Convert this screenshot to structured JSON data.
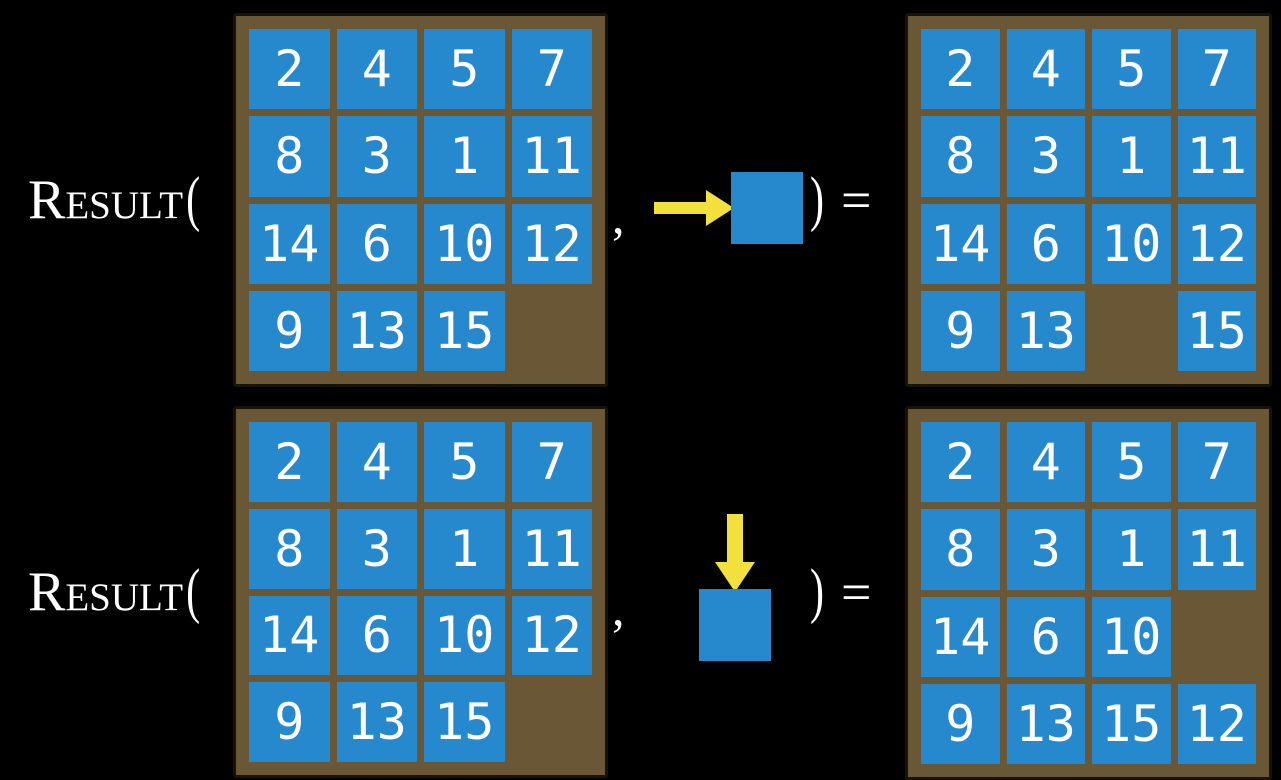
{
  "figure": {
    "function_label": "Result",
    "open_paren": "(",
    "comma": ",",
    "close_paren": ")",
    "equals": "="
  },
  "colors": {
    "background": "#000000",
    "board_frame": "#6a5735",
    "board_border": "#17120a",
    "tile_blue": "#2789cd",
    "tile_text": "#ffffff",
    "arrow_yellow": "#f2e13c",
    "label_text": "#ffffff"
  },
  "examples": [
    {
      "id": "slide-right",
      "action_icon": "right-arrow-into-tile-icon",
      "input_grid": [
        [
          "2",
          "4",
          "5",
          "7"
        ],
        [
          "8",
          "3",
          "1",
          "11"
        ],
        [
          "14",
          "6",
          "10",
          "12"
        ],
        [
          "9",
          "13",
          "15",
          ""
        ]
      ],
      "output_grid": [
        [
          "2",
          "4",
          "5",
          "7"
        ],
        [
          "8",
          "3",
          "1",
          "11"
        ],
        [
          "14",
          "6",
          "10",
          "12"
        ],
        [
          "9",
          "13",
          "",
          "15"
        ]
      ]
    },
    {
      "id": "slide-down",
      "action_icon": "down-arrow-into-tile-icon",
      "input_grid": [
        [
          "2",
          "4",
          "5",
          "7"
        ],
        [
          "8",
          "3",
          "1",
          "11"
        ],
        [
          "14",
          "6",
          "10",
          "12"
        ],
        [
          "9",
          "13",
          "15",
          ""
        ]
      ],
      "output_grid": [
        [
          "2",
          "4",
          "5",
          "7"
        ],
        [
          "8",
          "3",
          "1",
          "11"
        ],
        [
          "14",
          "6",
          "10",
          ""
        ],
        [
          "9",
          "13",
          "15",
          "12"
        ]
      ]
    }
  ]
}
